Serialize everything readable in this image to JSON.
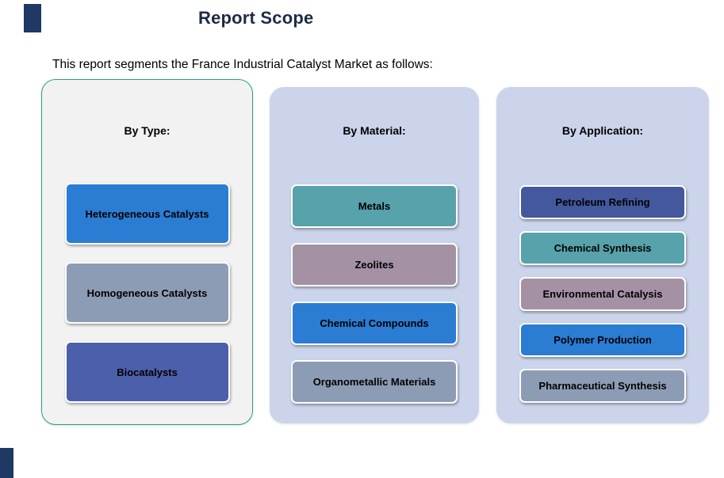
{
  "title": "Report Scope",
  "subtitle": "This report segments the France Industrial Catalyst Market as follows:",
  "accent_colors": {
    "navy": "#1F3864",
    "type_panel_border": "#2E9D8C",
    "type_panel_fill": "#F2F2F2",
    "material_panel_fill": "#CBD4EA",
    "application_panel_fill": "#CBD4EA"
  },
  "panels": [
    {
      "header": "By Type:",
      "items": [
        {
          "label": "Heterogeneous Catalysts",
          "color": "#2B7CD3"
        },
        {
          "label": "Homogeneous Catalysts",
          "color": "#8D9CB5"
        },
        {
          "label": "Biocatalysts",
          "color": "#4C5FAA"
        }
      ]
    },
    {
      "header": "By Material:",
      "items": [
        {
          "label": "Metals",
          "color": "#57A2AB"
        },
        {
          "label": "Zeolites",
          "color": "#A492A4"
        },
        {
          "label": "Chemical Compounds",
          "color": "#2B7CD3"
        },
        {
          "label": "Organometallic Materials",
          "color": "#8D9CB5"
        }
      ]
    },
    {
      "header": "By Application:",
      "items": [
        {
          "label": "Petroleum Refining",
          "color": "#44589E"
        },
        {
          "label": "Chemical Synthesis",
          "color": "#57A2AB"
        },
        {
          "label": "Environmental Catalysis",
          "color": "#A492A4"
        },
        {
          "label": "Polymer Production",
          "color": "#2B7CD3"
        },
        {
          "label": "Pharmaceutical Synthesis",
          "color": "#8D9CB5"
        }
      ]
    }
  ]
}
